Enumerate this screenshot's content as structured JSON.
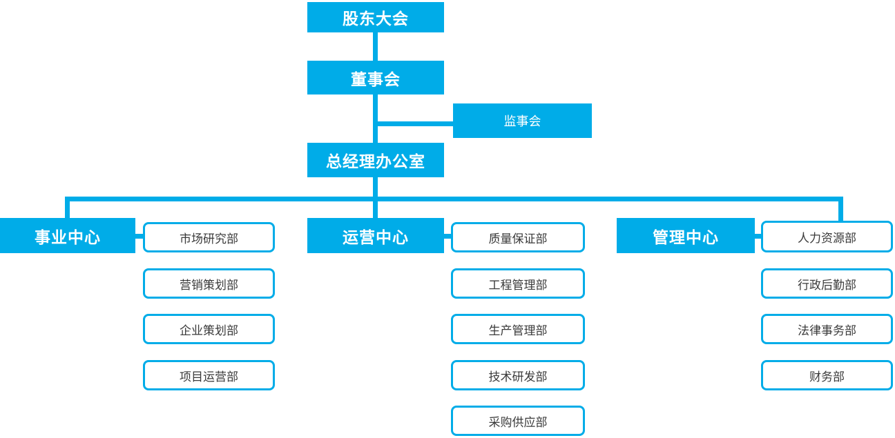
{
  "org_chart": {
    "top_nodes": {
      "shareholders": "股东大会",
      "board": "董事会",
      "supervisory": "监事会",
      "gm_office": "总经理办公室"
    },
    "centers": [
      {
        "label": "事业中心",
        "departments": [
          "市场研究部",
          "营销策划部",
          "企业策划部",
          "项目运营部"
        ]
      },
      {
        "label": "运营中心",
        "departments": [
          "质量保证部",
          "工程管理部",
          "生产管理部",
          "技术研发部",
          "采购供应部"
        ]
      },
      {
        "label": "管理中心",
        "departments": [
          "人力资源部",
          "行政后勤部",
          "法律事务部",
          "财务部"
        ]
      }
    ],
    "colors": {
      "primary": "#00ACE8",
      "node_text": "#FFFFFF",
      "department_text": "#3A3A3A",
      "background": "#FFFFFF"
    }
  }
}
